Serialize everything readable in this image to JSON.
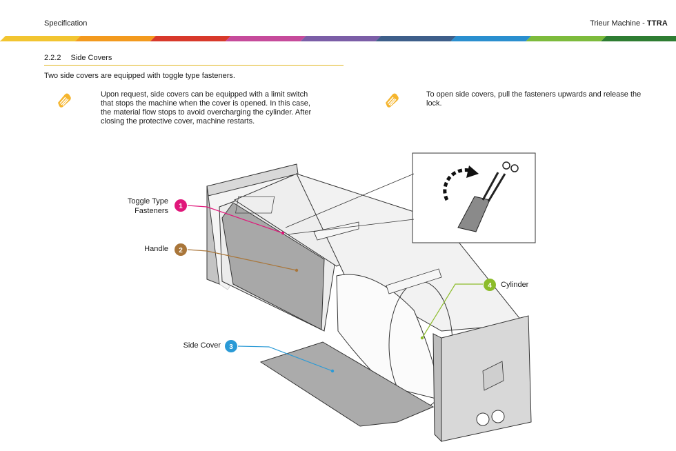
{
  "header": {
    "left": "Specification",
    "right_prefix": "Trieur Machine - ",
    "right_bold": "TTRA"
  },
  "stripe_colors": [
    "#f2c531",
    "#f39a1e",
    "#d8392b",
    "#c64b9b",
    "#7b5ea7",
    "#3e5f8a",
    "#2a8fcf",
    "#7dbb3c",
    "#2e7d32"
  ],
  "section": {
    "number": "2.2.2",
    "title": "Side Covers",
    "intro": "Two side covers are equipped with toggle type fasteners."
  },
  "notes": {
    "left_lines": [
      "Upon request, side covers can be equipped with a limit switch",
      "that stops the machine when the cover is opened. In this case,",
      "the material flow stops to avoid overcharging the cylinder. After",
      "closing the protective cover, machine restarts."
    ],
    "right_lines": [
      "To open side covers, pull the fasteners upwards and release the",
      "lock."
    ],
    "icon": "hand-pointer-icon"
  },
  "figure": {
    "callouts": [
      {
        "number": "1",
        "label_lines": [
          "Toggle Type",
          "Fasteners"
        ],
        "color": "#e0177a"
      },
      {
        "number": "2",
        "label_lines": [
          "Handle"
        ],
        "color": "#a9763a"
      },
      {
        "number": "3",
        "label_lines": [
          "Side Cover"
        ],
        "color": "#2a9ad6"
      },
      {
        "number": "4",
        "label_lines": [
          "Cylinder"
        ],
        "color": "#8cbc2a"
      }
    ]
  }
}
